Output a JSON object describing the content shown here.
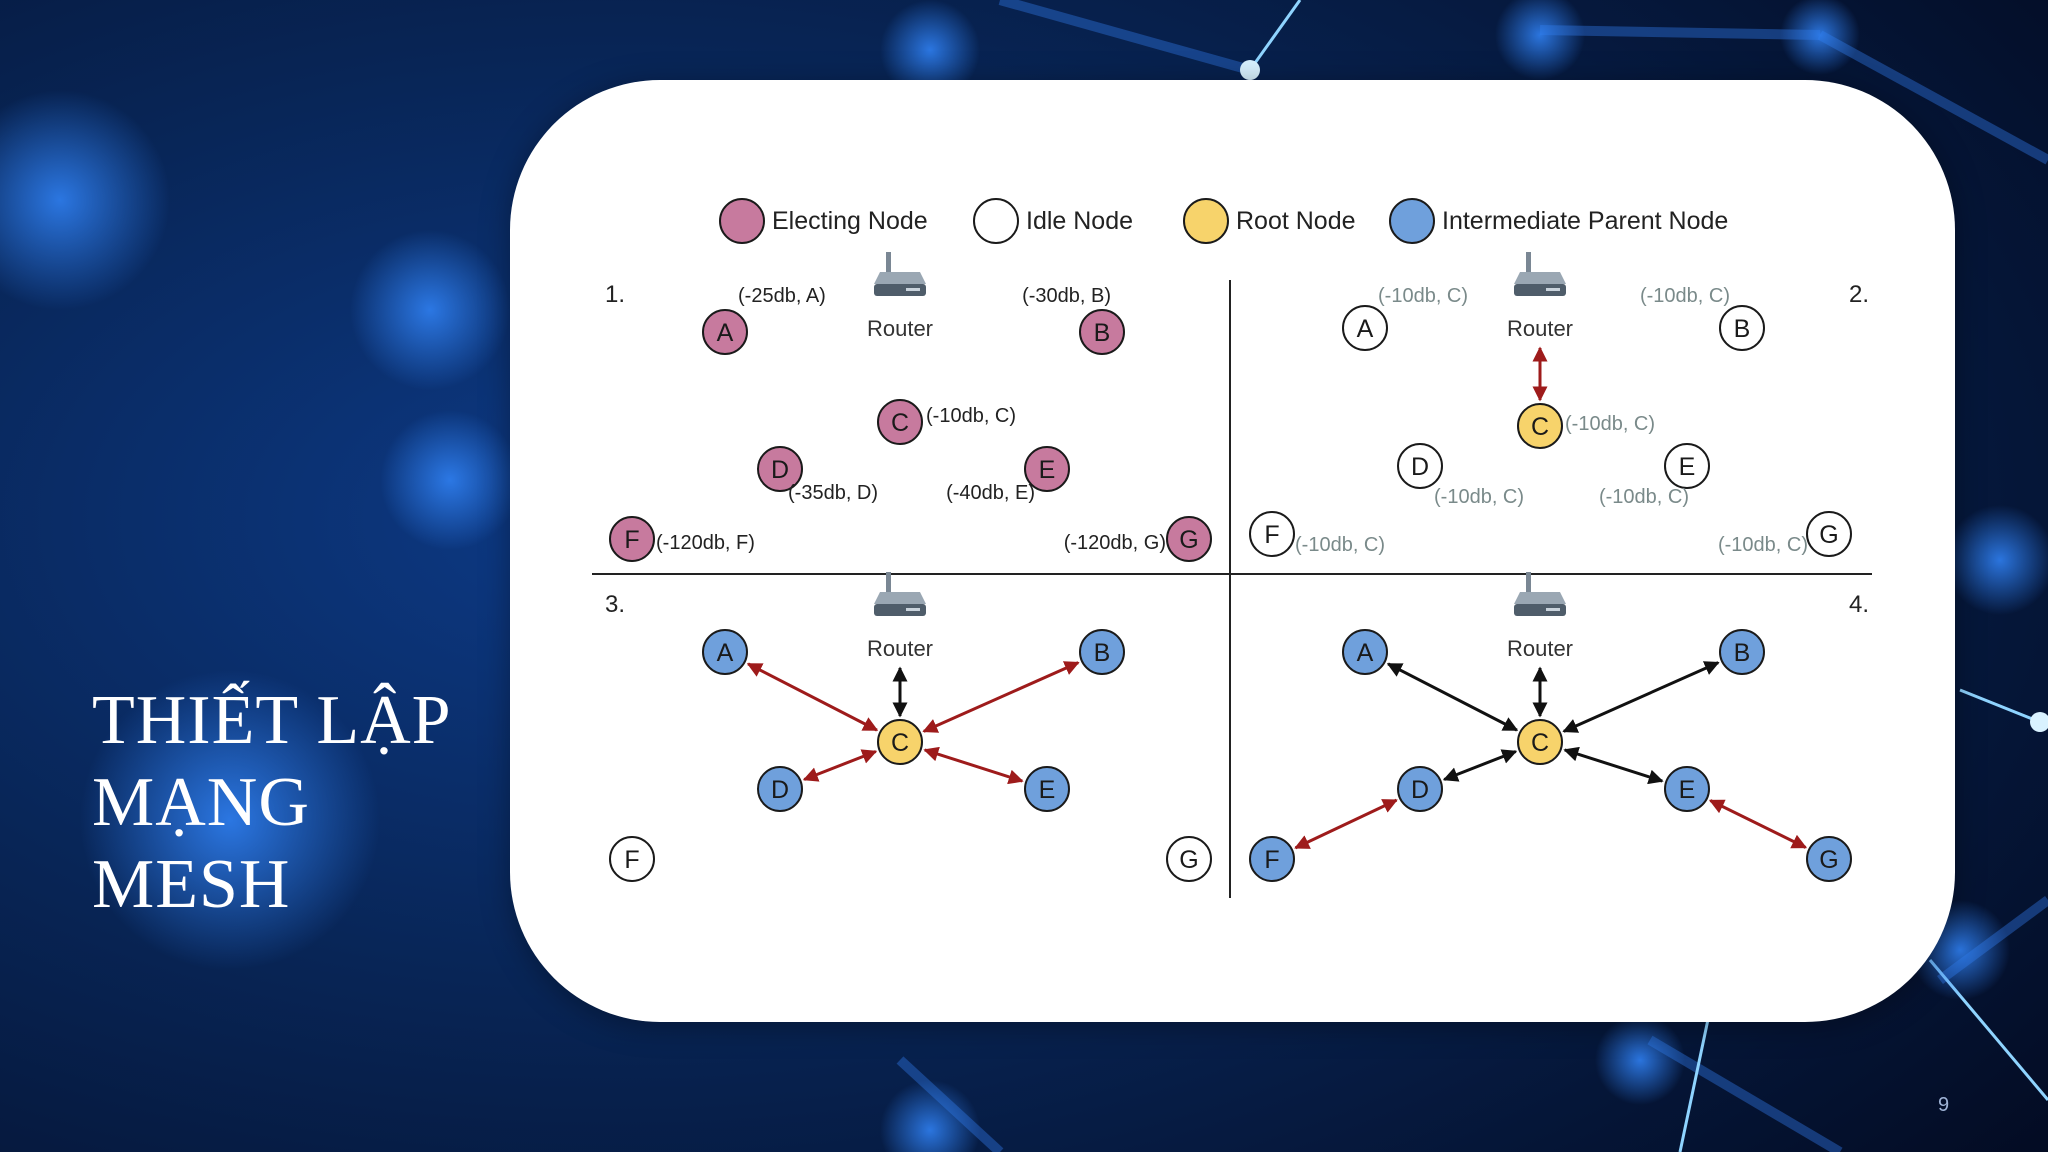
{
  "slide": {
    "title_lines": [
      "THIẾT LẬP",
      "MẠNG",
      "MESH"
    ],
    "page_number": "9"
  },
  "colors": {
    "electing": "#c77a9e",
    "idle": "#ffffff",
    "root": "#f7d36b",
    "intermediate": "#6fa0dc",
    "red_arrow": "#9e1b1b",
    "black_arrow": "#111111",
    "grey_text": "#7a8a8a"
  },
  "legend": [
    {
      "type": "electing",
      "label": "Electing Node"
    },
    {
      "type": "idle",
      "label": "Idle Node"
    },
    {
      "type": "root",
      "label": "Root Node"
    },
    {
      "type": "intermediate",
      "label": "Intermediate Parent Node"
    }
  ],
  "router_label": "Router",
  "panels": [
    {
      "number": "1.",
      "nodes": [
        {
          "id": "A",
          "type": "electing",
          "label": "(-25db, A)"
        },
        {
          "id": "B",
          "type": "electing",
          "label": "(-30db, B)"
        },
        {
          "id": "C",
          "type": "electing",
          "label": "(-10db, C)"
        },
        {
          "id": "D",
          "type": "electing",
          "label": "(-35db, D)"
        },
        {
          "id": "E",
          "type": "electing",
          "label": "(-40db, E)"
        },
        {
          "id": "F",
          "type": "electing",
          "label": "(-120db, F)"
        },
        {
          "id": "G",
          "type": "electing",
          "label": "(-120db, G)"
        }
      ],
      "links": []
    },
    {
      "number": "2.",
      "nodes": [
        {
          "id": "A",
          "type": "idle",
          "label": "(-10db, C)"
        },
        {
          "id": "B",
          "type": "idle",
          "label": "(-10db, C)"
        },
        {
          "id": "C",
          "type": "root",
          "label": "(-10db, C)"
        },
        {
          "id": "D",
          "type": "idle",
          "label": "(-10db, C)"
        },
        {
          "id": "E",
          "type": "idle",
          "label": "(-10db, C)"
        },
        {
          "id": "F",
          "type": "idle",
          "label": "(-10db, C)"
        },
        {
          "id": "G",
          "type": "idle",
          "label": "(-10db, C)"
        }
      ],
      "links": [
        {
          "from": "Router",
          "to": "C",
          "style": "red"
        }
      ]
    },
    {
      "number": "3.",
      "nodes": [
        {
          "id": "A",
          "type": "intermediate",
          "label": ""
        },
        {
          "id": "B",
          "type": "intermediate",
          "label": ""
        },
        {
          "id": "C",
          "type": "root",
          "label": ""
        },
        {
          "id": "D",
          "type": "intermediate",
          "label": ""
        },
        {
          "id": "E",
          "type": "intermediate",
          "label": ""
        },
        {
          "id": "F",
          "type": "idle",
          "label": ""
        },
        {
          "id": "G",
          "type": "idle",
          "label": ""
        }
      ],
      "links": [
        {
          "from": "Router",
          "to": "C",
          "style": "black"
        },
        {
          "from": "A",
          "to": "C",
          "style": "red"
        },
        {
          "from": "B",
          "to": "C",
          "style": "red"
        },
        {
          "from": "D",
          "to": "C",
          "style": "red"
        },
        {
          "from": "E",
          "to": "C",
          "style": "red"
        }
      ]
    },
    {
      "number": "4.",
      "nodes": [
        {
          "id": "A",
          "type": "intermediate",
          "label": ""
        },
        {
          "id": "B",
          "type": "intermediate",
          "label": ""
        },
        {
          "id": "C",
          "type": "root",
          "label": ""
        },
        {
          "id": "D",
          "type": "intermediate",
          "label": ""
        },
        {
          "id": "E",
          "type": "intermediate",
          "label": ""
        },
        {
          "id": "F",
          "type": "intermediate",
          "label": ""
        },
        {
          "id": "G",
          "type": "intermediate",
          "label": ""
        }
      ],
      "links": [
        {
          "from": "Router",
          "to": "C",
          "style": "black"
        },
        {
          "from": "A",
          "to": "C",
          "style": "black"
        },
        {
          "from": "B",
          "to": "C",
          "style": "black"
        },
        {
          "from": "D",
          "to": "C",
          "style": "black"
        },
        {
          "from": "E",
          "to": "C",
          "style": "black"
        },
        {
          "from": "F",
          "to": "D",
          "style": "red"
        },
        {
          "from": "G",
          "to": "E",
          "style": "red"
        }
      ]
    }
  ]
}
